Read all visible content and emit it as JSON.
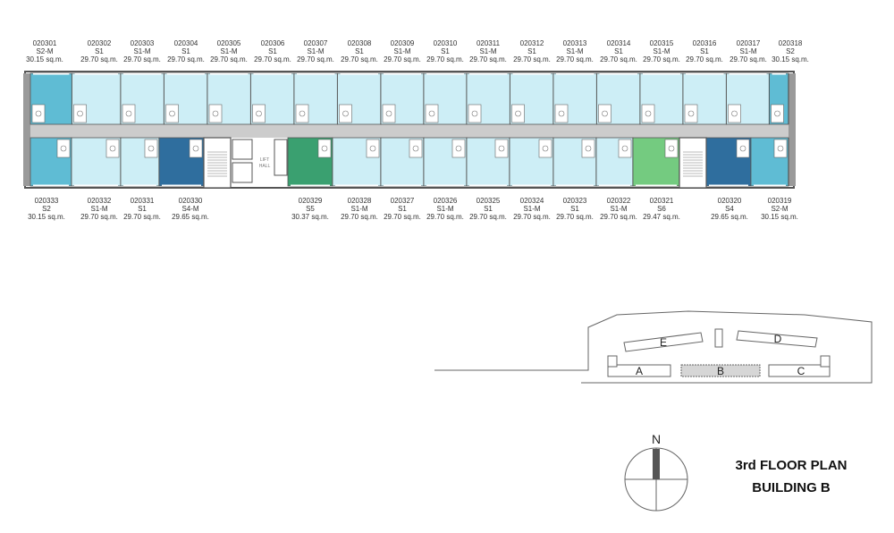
{
  "title": {
    "line1": "3rd FLOOR PLAN",
    "line2": "BUILDING B"
  },
  "north_label": "N",
  "lift_hall": {
    "line1": "LIFT",
    "line2": "HALL"
  },
  "site_buildings": [
    "E",
    "D",
    "A",
    "B",
    "C"
  ],
  "highlight_building": "B",
  "colors": {
    "S1": "#cdeef6",
    "S1-M": "#cdeef6",
    "S2": "#5fbcd4",
    "S2-M": "#5fbcd4",
    "S4": "#2f6e9e",
    "S4-M": "#2f6e9e",
    "S5": "#3aa070",
    "S6": "#74cb80",
    "corridor": "#cccccc",
    "wall": "#555555"
  },
  "top_units": [
    {
      "id": "020301",
      "type": "S2-M",
      "area": "30.15 sq.m."
    },
    {
      "id": "020302",
      "type": "S1",
      "area": "29.70 sq.m."
    },
    {
      "id": "020303",
      "type": "S1-M",
      "area": "29.70 sq.m."
    },
    {
      "id": "020304",
      "type": "S1",
      "area": "29.70 sq.m."
    },
    {
      "id": "020305",
      "type": "S1-M",
      "area": "29.70 sq.m."
    },
    {
      "id": "020306",
      "type": "S1",
      "area": "29.70 sq.m."
    },
    {
      "id": "020307",
      "type": "S1-M",
      "area": "29.70 sq.m."
    },
    {
      "id": "020308",
      "type": "S1",
      "area": "29.70 sq.m."
    },
    {
      "id": "020309",
      "type": "S1-M",
      "area": "29.70 sq.m."
    },
    {
      "id": "020310",
      "type": "S1",
      "area": "29.70 sq.m."
    },
    {
      "id": "020311",
      "type": "S1-M",
      "area": "29.70 sq.m."
    },
    {
      "id": "020312",
      "type": "S1",
      "area": "29.70 sq.m."
    },
    {
      "id": "020313",
      "type": "S1-M",
      "area": "29.70 sq.m."
    },
    {
      "id": "020314",
      "type": "S1",
      "area": "29.70 sq.m."
    },
    {
      "id": "020315",
      "type": "S1-M",
      "area": "29.70 sq.m."
    },
    {
      "id": "020316",
      "type": "S1",
      "area": "29.70 sq.m."
    },
    {
      "id": "020317",
      "type": "S1-M",
      "area": "29.70 sq.m."
    },
    {
      "id": "020318",
      "type": "S2",
      "area": "30.15 sq.m."
    }
  ],
  "bottom_units": [
    {
      "id": "020333",
      "type": "S2",
      "area": "30.15 sq.m."
    },
    {
      "id": "020332",
      "type": "S1-M",
      "area": "29.70 sq.m."
    },
    {
      "id": "020331",
      "type": "S1",
      "area": "29.70 sq.m."
    },
    {
      "id": "020330",
      "type": "S4-M",
      "area": "29.65 sq.m."
    },
    {
      "id": "020329",
      "type": "S5",
      "area": "30.37 sq.m."
    },
    {
      "id": "020328",
      "type": "S1-M",
      "area": "29.70 sq.m."
    },
    {
      "id": "020327",
      "type": "S1",
      "area": "29.70 sq.m."
    },
    {
      "id": "020326",
      "type": "S1-M",
      "area": "29.70 sq.m."
    },
    {
      "id": "020325",
      "type": "S1",
      "area": "29.70 sq.m."
    },
    {
      "id": "020324",
      "type": "S1-M",
      "area": "29.70 sq.m."
    },
    {
      "id": "020323",
      "type": "S1",
      "area": "29.70 sq.m."
    },
    {
      "id": "020322",
      "type": "S1-M",
      "area": "29.70 sq.m."
    },
    {
      "id": "020321",
      "type": "S6",
      "area": "29.47 sq.m."
    },
    {
      "id": "020320",
      "type": "S4",
      "area": "29.65 sq.m."
    },
    {
      "id": "020319",
      "type": "S2-M",
      "area": "30.15 sq.m."
    }
  ]
}
